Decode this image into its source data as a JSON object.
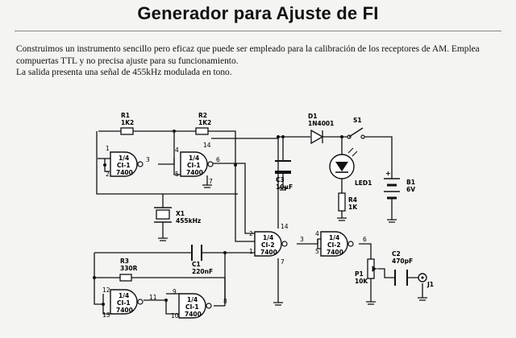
{
  "header": {
    "title": "Generador para Ajuste de FI"
  },
  "body": {
    "paragraph1": "Construimos un instrumento sencillo pero eficaz que puede ser empleado para la calibración de los receptores de AM. Emplea compuertas TTL y no precisa ajuste para su funcionamiento.",
    "paragraph2": "La salida presenta una señal de 455kHz modulada en tono."
  },
  "schematic": {
    "gates": [
      {
        "id": "g1",
        "line1": "1/4",
        "line2": "CI-1",
        "line3": "7400",
        "pins": [
          "1",
          "2",
          "3"
        ]
      },
      {
        "id": "g2",
        "line1": "1/4",
        "line2": "CI-1",
        "line3": "7400",
        "pins": [
          "4",
          "5",
          "6"
        ]
      },
      {
        "id": "g3",
        "line1": "1/4",
        "line2": "CI-2",
        "line3": "7400",
        "pins": [
          "2",
          "1",
          "3"
        ]
      },
      {
        "id": "g4",
        "line1": "1/4",
        "line2": "CI-2",
        "line3": "7400",
        "pins": [
          "4",
          "5",
          "6"
        ]
      },
      {
        "id": "g5",
        "line1": "1/4",
        "line2": "CI-1",
        "line3": "7400",
        "pins": [
          "12",
          "13",
          "11"
        ]
      },
      {
        "id": "g6",
        "line1": "1/4",
        "line2": "CI-1",
        "line3": "7400",
        "pins": [
          "9",
          "10",
          "8"
        ]
      }
    ],
    "pin_labels": {
      "vcc_ci1": "14",
      "gnd_ci1": "7",
      "vcc_ci2": "14",
      "gnd_ci2": "7"
    },
    "components": {
      "r1": {
        "name": "R1",
        "value": "1K2"
      },
      "r2": {
        "name": "R2",
        "value": "1K2"
      },
      "r3": {
        "name": "R3",
        "value": "330R"
      },
      "r4": {
        "name": "R4",
        "value": "1K"
      },
      "x1": {
        "name": "X1",
        "value": "455kHz"
      },
      "c1": {
        "name": "C1",
        "value": "220nF"
      },
      "c2": {
        "name": "C2",
        "value": "470pF"
      },
      "c3": {
        "name": "C3",
        "value": "10µF"
      },
      "d1": {
        "name": "D1",
        "value": "1N4001"
      },
      "led": {
        "name": "LED1"
      },
      "s1": {
        "name": "S1"
      },
      "b1": {
        "name": "B1",
        "value": "6V"
      },
      "p1": {
        "name": "P1",
        "value": "10K"
      },
      "j1": {
        "name": "J1"
      }
    }
  }
}
